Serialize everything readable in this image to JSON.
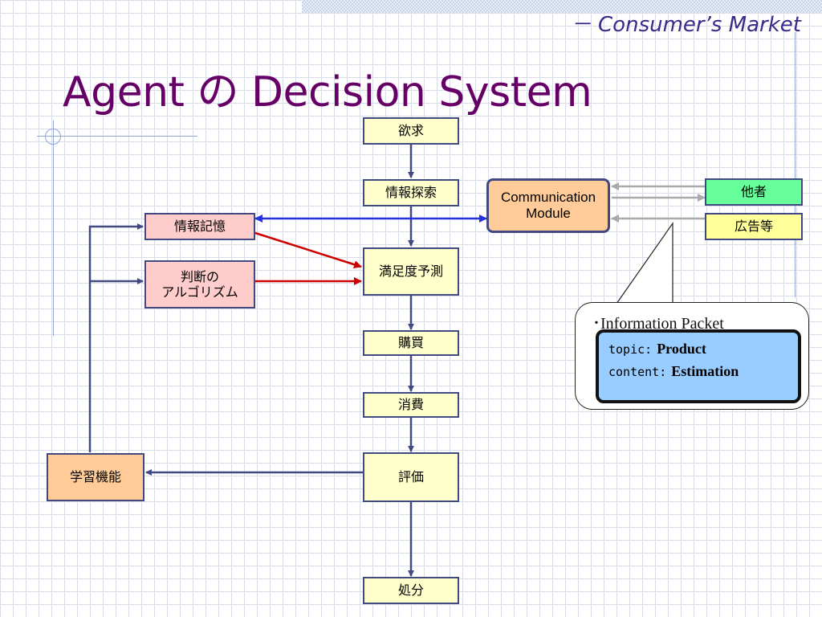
{
  "header": {
    "subtitle": "－ Consumer’s Market",
    "title": "Agent の Decision System"
  },
  "flow": {
    "desire": "欲求",
    "search": "情報探索",
    "satisfaction": "満足度予測",
    "purchase": "購買",
    "consumption": "消費",
    "evaluation": "評価",
    "disposal": "処分"
  },
  "left": {
    "memory": "情報記憶",
    "algorithm_line1": "判断の",
    "algorithm_line2": "アルゴリズム",
    "learning": "学習機能"
  },
  "communication": {
    "line1": "Communication",
    "line2": "Module"
  },
  "external": {
    "others": "他者",
    "ads": "広告等"
  },
  "packet": {
    "title": "･Information Packet",
    "topic_key": "topic:",
    "topic_value": "Product",
    "content_key": "content:",
    "content_value": "Estimation"
  },
  "colors": {
    "title": "#660066",
    "subtitle": "#3b2a8a",
    "flow_arrow": "#404a80",
    "memory_link": "#2233dd",
    "red_arrow": "#cc0000",
    "external_arrow": "#aaaaaa"
  }
}
